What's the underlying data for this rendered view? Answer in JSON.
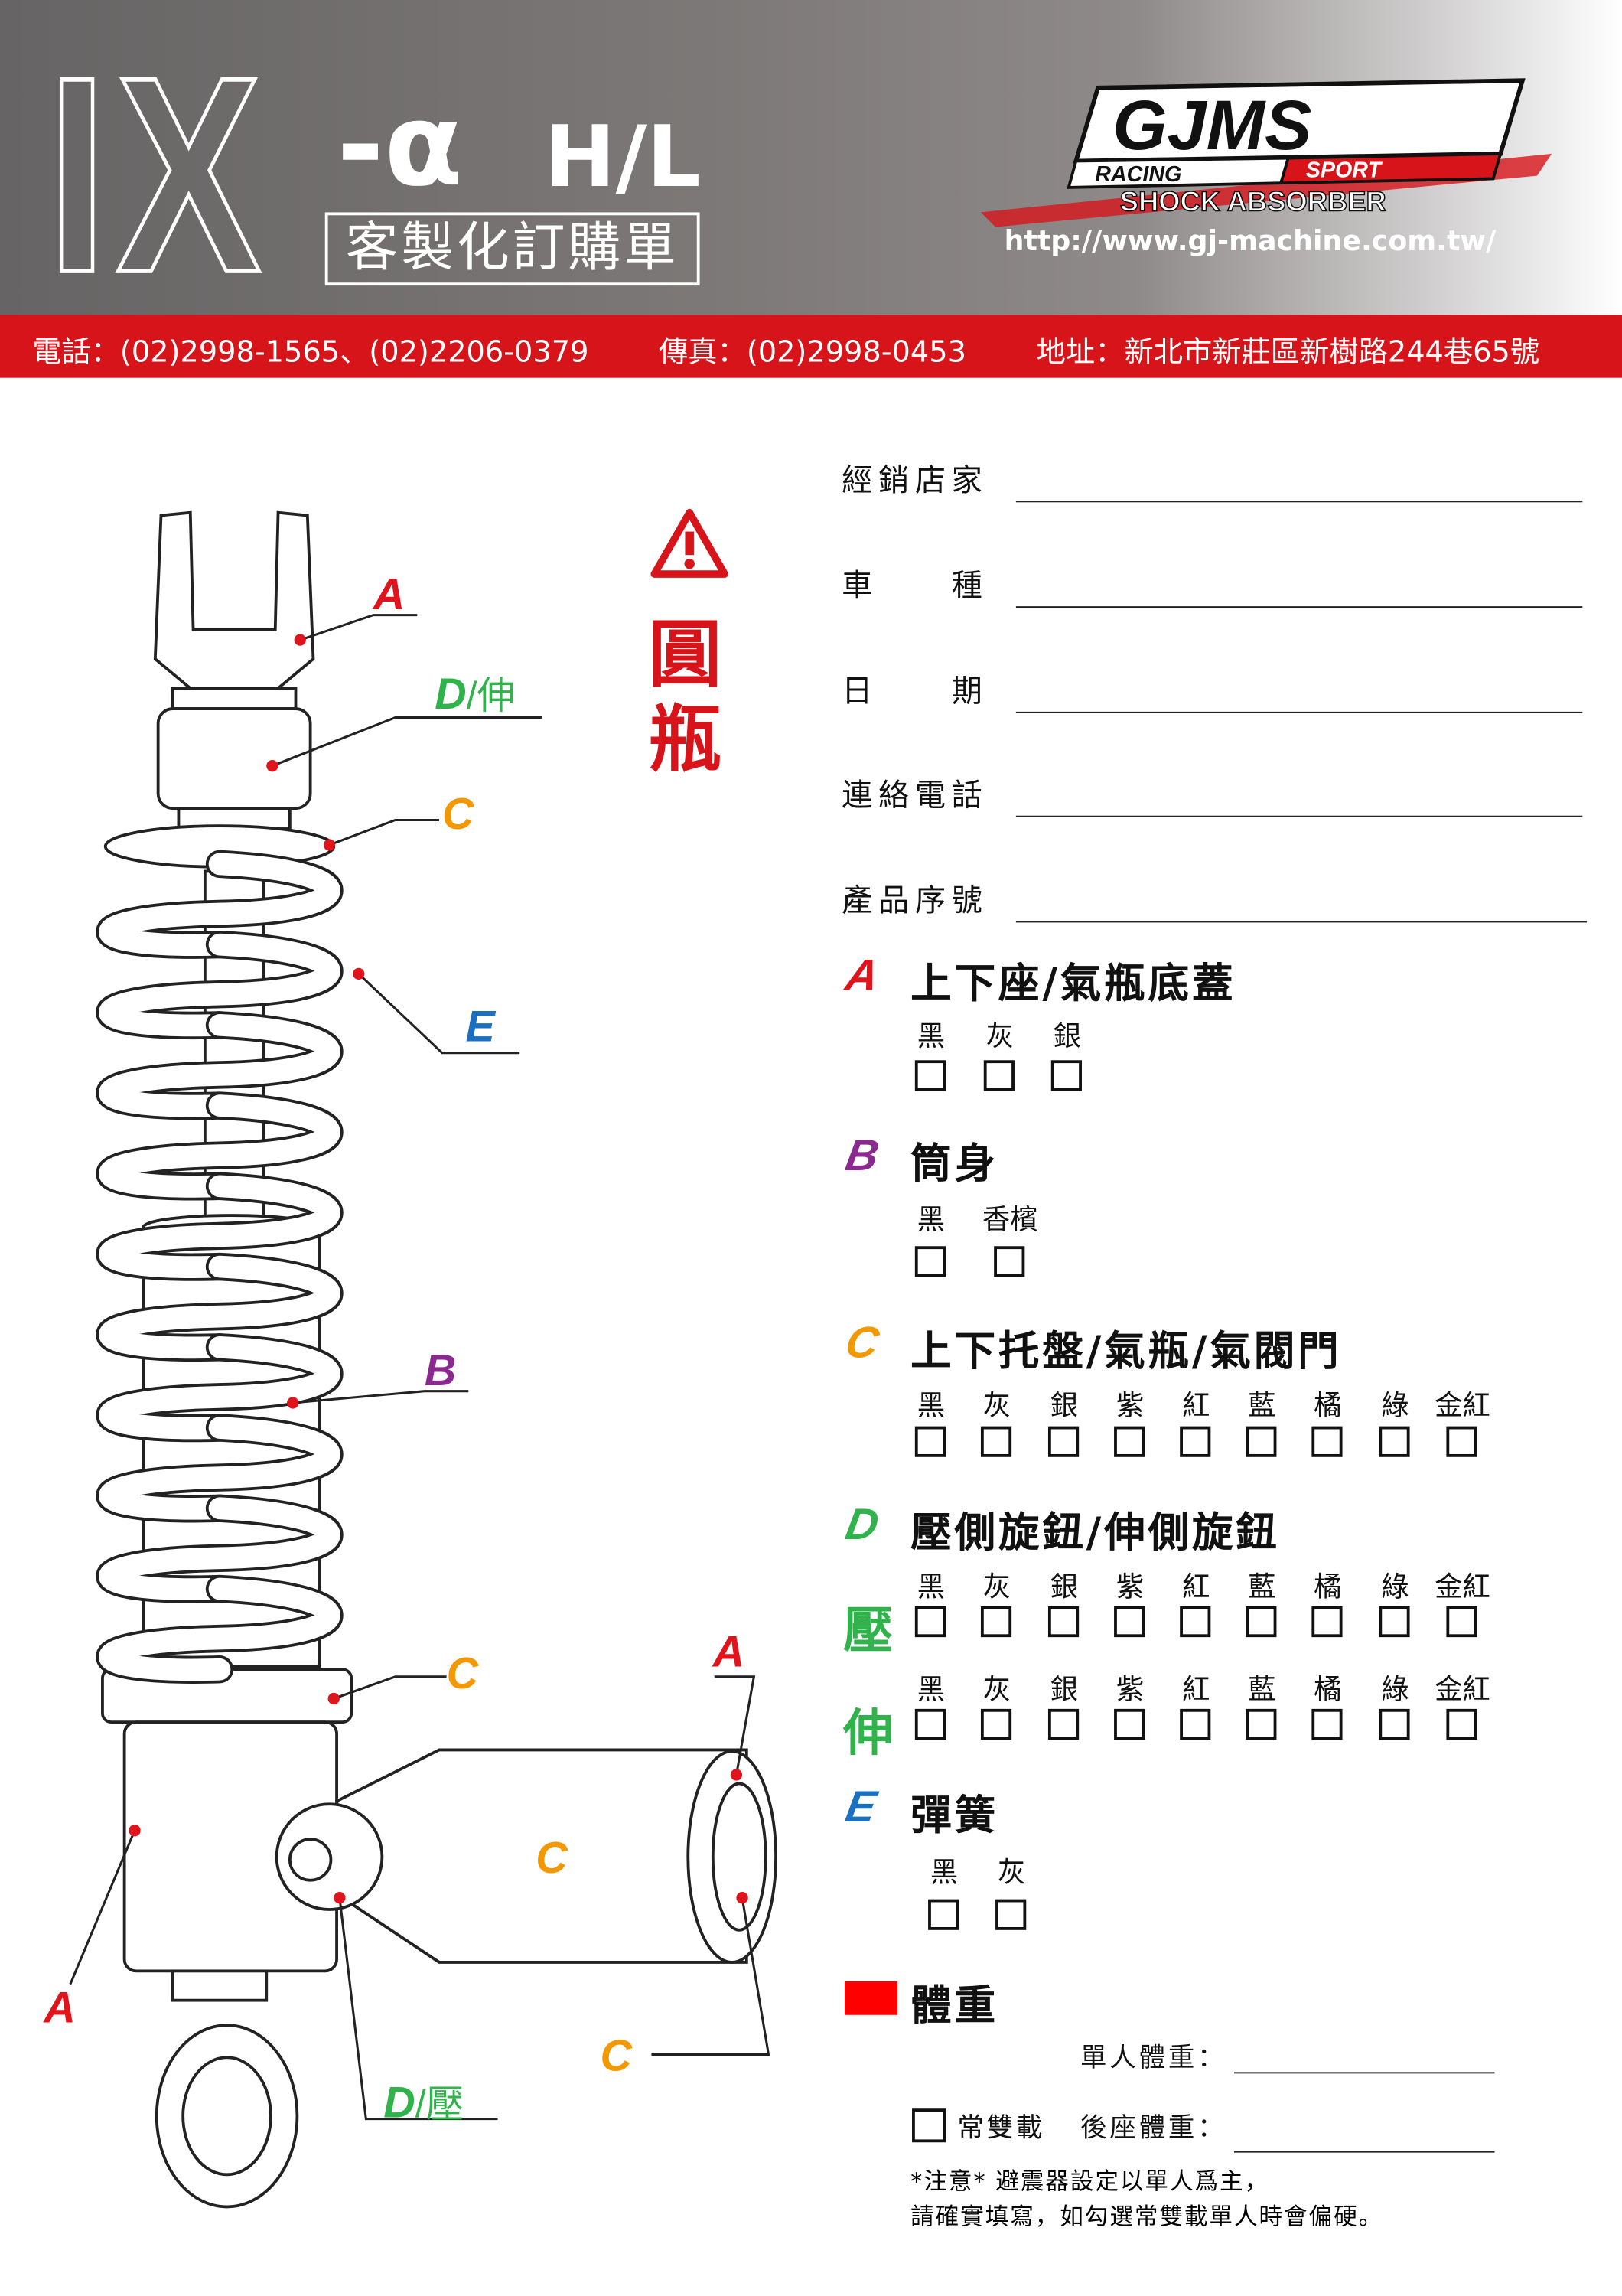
{
  "header": {
    "model": "IX",
    "suffix": "-α",
    "variant": "H/L",
    "subtitle": "客製化訂購單",
    "logo_text": "GJMS",
    "logo_racing": "RACING",
    "logo_sport": "SPORT",
    "logo_shock": "SHOCK ABSORBER",
    "url": "http://www.gj-machine.com.tw/"
  },
  "contact": {
    "phone": "電話：(02)2998-1565、(02)2206-0379",
    "fax": "傳真：(02)2998-0453",
    "address": "地址：新北市新莊區新樹路244巷65號"
  },
  "warning": {
    "text": "圓瓶",
    "color": "#d7141a"
  },
  "fields": [
    {
      "label": "經銷店家",
      "value": ""
    },
    {
      "label": "車　　種",
      "value": ""
    },
    {
      "label": "日　　期",
      "value": ""
    },
    {
      "label": "連絡電話",
      "value": ""
    },
    {
      "label": "產品序號",
      "value": ""
    }
  ],
  "colors": {
    "A": "#e0141c",
    "B": "#8a2a8f",
    "C": "#f39800",
    "D": "#2fb34a",
    "E": "#1a6fc0",
    "red": "#ff0000"
  },
  "sections": {
    "A": {
      "letter": "A",
      "title": "上下座/氣瓶底蓋",
      "options": [
        "黑",
        "灰",
        "銀"
      ]
    },
    "B": {
      "letter": "B",
      "title": "筒身",
      "options": [
        "黑",
        "香檳"
      ]
    },
    "C": {
      "letter": "C",
      "title": "上下托盤/氣瓶/氣閥門",
      "options": [
        "黑",
        "灰",
        "銀",
        "紫",
        "紅",
        "藍",
        "橘",
        "綠",
        "金紅"
      ]
    },
    "D": {
      "letter": "D",
      "title": "壓側旋鈕/伸側旋鈕",
      "comp_label": "壓",
      "reb_label": "伸",
      "options": [
        "黑",
        "灰",
        "銀",
        "紫",
        "紅",
        "藍",
        "橘",
        "綠",
        "金紅"
      ]
    },
    "E": {
      "letter": "E",
      "title": "彈簧",
      "options": [
        "黑",
        "灰"
      ]
    }
  },
  "weight": {
    "title": "體重",
    "single_label": "單人體重：",
    "dual_label": "常雙載",
    "rear_label": "後座體重：",
    "note1": "*注意*  避震器設定以單人爲主，",
    "note2": "請確實填寫，如勾選常雙載單人時會偏硬。"
  },
  "diagram": {
    "a_top": "A",
    "d_reb": "D",
    "d_reb_cn": "/伸",
    "c1": "C",
    "e": "E",
    "b": "B",
    "c2": "C",
    "a_right": "A",
    "c_res": "C",
    "a_left": "A",
    "c_cap": "C",
    "d_comp": "D",
    "d_comp_cn": "/壓"
  }
}
